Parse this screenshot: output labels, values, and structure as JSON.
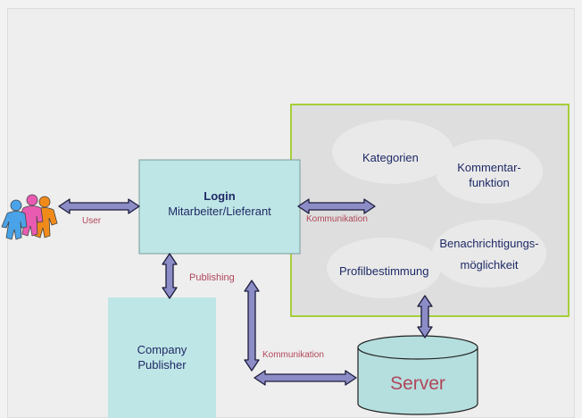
{
  "login": {
    "title": "Login",
    "subtitle": "Mitarbeiter/Lieferant"
  },
  "features": {
    "kategorien": "Kategorien",
    "kommentar_line1": "Kommentar-",
    "kommentar_line2": "funktion",
    "benach_line1": "Benachrichtigungs-",
    "benach_line2": "möglichkeit",
    "profil": "Profilbestimmung"
  },
  "publisher": {
    "line1": "Company",
    "line2": "Publisher"
  },
  "server": {
    "label": "Server"
  },
  "connections": {
    "user": "User",
    "publishing": "Publishing",
    "kommunikation_login": "Kommunikation",
    "kommunikation_server": "Kommunikation"
  },
  "colors": {
    "box_fill": "#bfe6e6",
    "server_fill": "#b5dede",
    "panel_fill": "#dedede",
    "panel_border": "#a6cf3a",
    "cloud_fill": "#e9e9e9",
    "arrow_fill": "#8c8cc6",
    "arrow_stroke": "#1c1c3c",
    "label_red": "#b0475a",
    "label_dark": "#1f2a66"
  },
  "icons": {
    "user_group": "people-group-icon"
  }
}
